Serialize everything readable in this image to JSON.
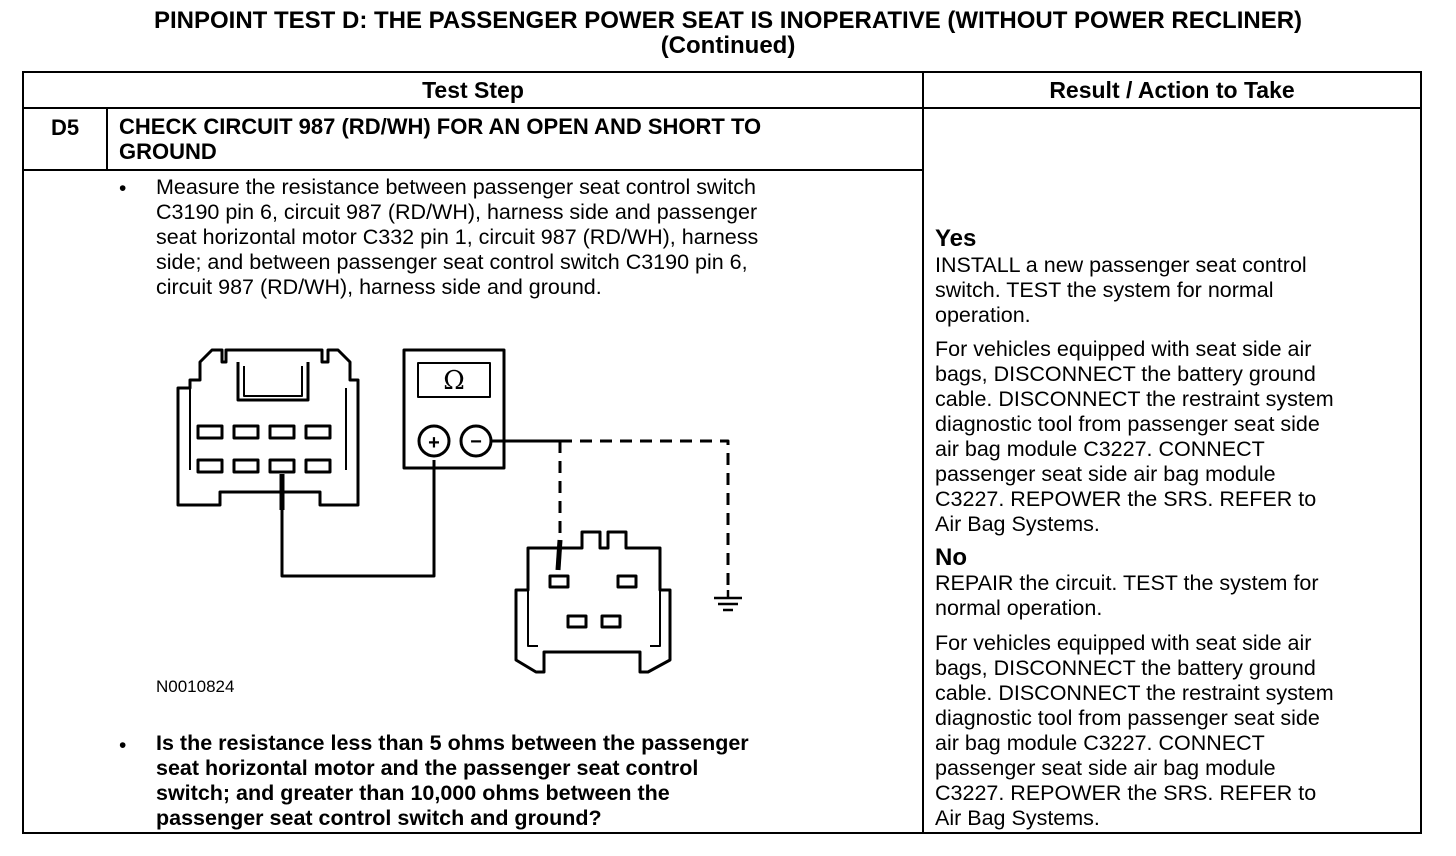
{
  "title_line1": "PINPOINT TEST D: THE PASSENGER POWER SEAT IS INOPERATIVE (WITHOUT POWER RECLINER)",
  "title_line2": "(Continued)",
  "header": {
    "col1": "Test Step",
    "col2": "Result / Action to Take"
  },
  "step": {
    "id": "D5",
    "title_line1": "CHECK CIRCUIT 987 (RD/WH) FOR AN OPEN AND SHORT TO",
    "title_line2": "GROUND",
    "bullet": "•",
    "instruction": [
      "Measure the resistance between passenger seat control switch",
      "C3190 pin 6, circuit 987 (RD/WH), harness side and passenger",
      "seat horizontal motor C332 pin 1, circuit 987 (RD/WH), harness",
      "side; and between passenger seat control switch C3190 pin  6,",
      "circuit 987 (RD/WH), harness side and ground."
    ],
    "figure_code": "N0010824",
    "figure": {
      "meter_symbol": "Ω",
      "plus": "+",
      "minus": "−"
    },
    "question": [
      "Is the resistance less than 5 ohms between the passenger",
      "seat horizontal motor and the passenger seat control",
      "switch; and greater than 10,000 ohms between the",
      "passenger seat control switch and ground?"
    ]
  },
  "results": {
    "yes_label": "Yes",
    "yes_action": [
      "INSTALL a new passenger seat control",
      "switch. TEST the system for normal",
      "operation."
    ],
    "yes_note": [
      "For vehicles equipped with seat side air",
      "bags, DISCONNECT the battery ground",
      "cable. DISCONNECT the restraint system",
      "diagnostic tool from passenger seat side",
      "air bag module C3227. CONNECT",
      "passenger seat side air bag module",
      "C3227. REPOWER the  SRS. REFER to",
      "Air Bag Systems."
    ],
    "no_label": "No",
    "no_action": [
      "REPAIR the circuit. TEST the system for",
      "normal operation."
    ],
    "no_note": [
      "For vehicles equipped with seat side air",
      "bags, DISCONNECT the battery ground",
      "cable. DISCONNECT the restraint system",
      "diagnostic tool from passenger seat side",
      "air bag module C3227. CONNECT",
      "passenger seat side air bag module",
      "C3227. REPOWER the  SRS. REFER to",
      "Air Bag Systems."
    ]
  }
}
